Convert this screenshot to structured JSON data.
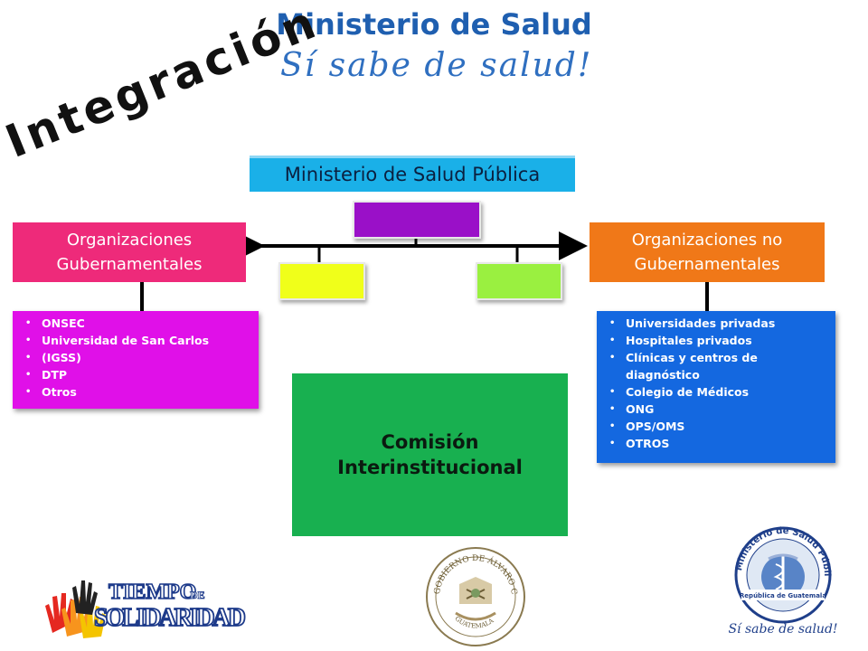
{
  "header": {
    "title": "Ministerio de Salud",
    "slogan": "Sí sabe de salud!",
    "section_title": "Integración"
  },
  "diagram": {
    "top_node": "Ministerio de Salud Pública",
    "left_node": "Organizaciones Gubernamentales",
    "right_node": "Organizaciones no Gubernamentales",
    "left_list": [
      "ONSEC",
      "Universidad de San Carlos",
      "(IGSS)",
      "DTP",
      "Otros"
    ],
    "right_list": [
      "Universidades privadas",
      "Hospitales privados",
      "Clínicas y centros de diagnóstico",
      "Colegio de Médicos",
      "ONG",
      "OPS/OMS",
      "OTROS"
    ],
    "center_node": "Comisión Interinstitucional",
    "colors": {
      "top": "#1ab0e8",
      "left": "#ee2a7a",
      "right": "#f07818",
      "left_list": "#e010e8",
      "right_list": "#1468e0",
      "center": "#18b050",
      "purple": "#9a10c8",
      "yellow": "#f0ff1a",
      "green": "#9af040"
    }
  },
  "logos": {
    "tiempo": {
      "line1": "TIEMPO",
      "line1_small": "DE",
      "line2": "SOLIDARIDAD"
    },
    "government_seal": {
      "text_top": "GOBIERNO DE ÁLVARO COLOM",
      "text_bottom": "GUATEMALA"
    },
    "ministry_seal": {
      "text_ring": "Ministerio de Salud Pública",
      "text_band": "República de Guatemala",
      "slogan": "Sí sabe de salud!"
    }
  }
}
